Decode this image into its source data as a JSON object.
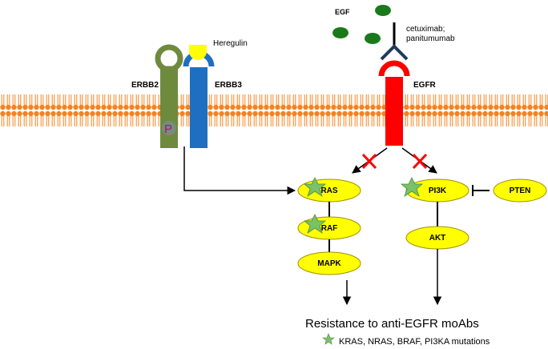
{
  "labels": {
    "egf": "EGF",
    "drugs_line1": "cetuximab;",
    "drugs_line2": "panitumumab",
    "heregulin": "Heregulin",
    "erbb2": "ERBB2",
    "erbb3": "ERBB3",
    "egfr": "EGFR",
    "phospho": "P"
  },
  "nodes": {
    "ras": "RAS",
    "raf": "RAF",
    "mapk": "MAPK",
    "pi3k": "PI3K",
    "akt": "AKT",
    "pten": "PTEN"
  },
  "footer": {
    "title": "Resistance to anti-EGFR moAbs",
    "legend": "KRAS, NRAS, BRAF, PI3KA mutations"
  },
  "colors": {
    "membrane": "#f5821f",
    "erbb2": "#6e8b3d",
    "erbb3": "#1f6fc0",
    "egfr": "#ff0000",
    "egf": "#1a7a1a",
    "heregulin": "#ffff00",
    "node_fill": "#ffff00",
    "node_stroke": "#a09000",
    "star": "#7ac168",
    "block_x": "#ff0000",
    "antibody": "#1f3a5a"
  },
  "icons": {
    "mutation": "star-icon",
    "blocked": "cross-icon"
  }
}
